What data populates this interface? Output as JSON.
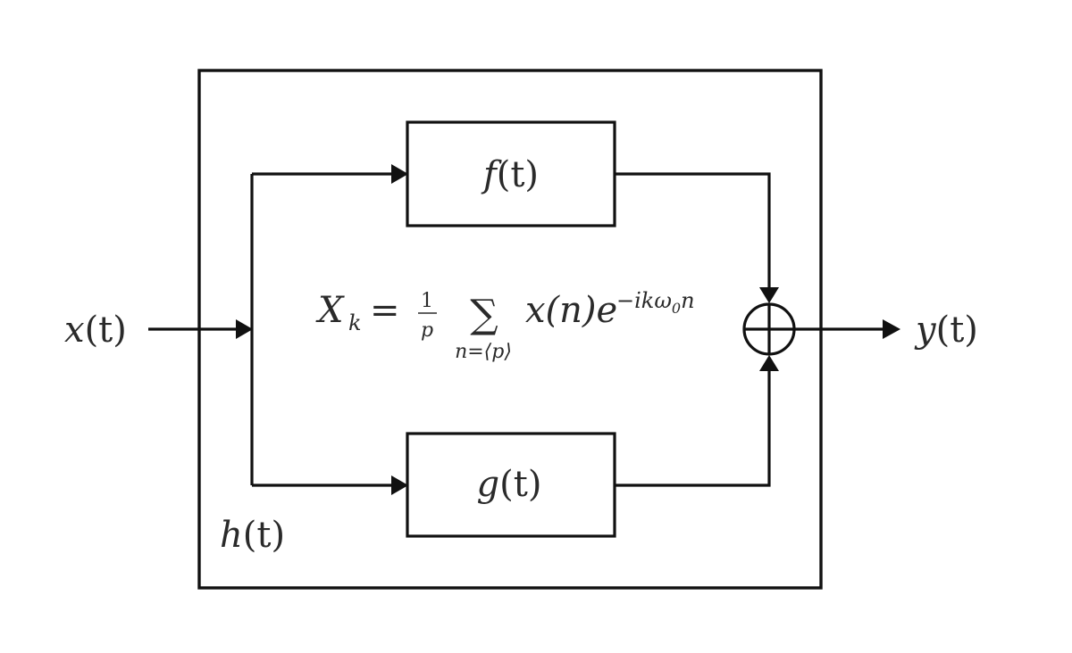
{
  "diagram": {
    "input": {
      "fn": "x",
      "arg": "(t)"
    },
    "output": {
      "fn": "y",
      "arg": "(t)"
    },
    "system": {
      "fn": "h",
      "arg": "(t)"
    },
    "block_top": {
      "fn": "f",
      "arg": "(t)"
    },
    "block_bottom": {
      "fn": "g",
      "arg": "(t)"
    },
    "formula": {
      "lhs": "X",
      "lhs_sub": "k",
      "equals": "=",
      "frac_num": "1",
      "frac_den": "p",
      "sum_symbol": "∑",
      "sum_index": "n=⟨p⟩",
      "term": "x(n)e",
      "exponent_a": "−ikω",
      "exponent_sub": "0",
      "exponent_b": "n"
    },
    "summing_junction": "⊕",
    "colors": {
      "stroke": "#111111",
      "text": "#2a2a2a",
      "background": "#ffffff"
    }
  }
}
